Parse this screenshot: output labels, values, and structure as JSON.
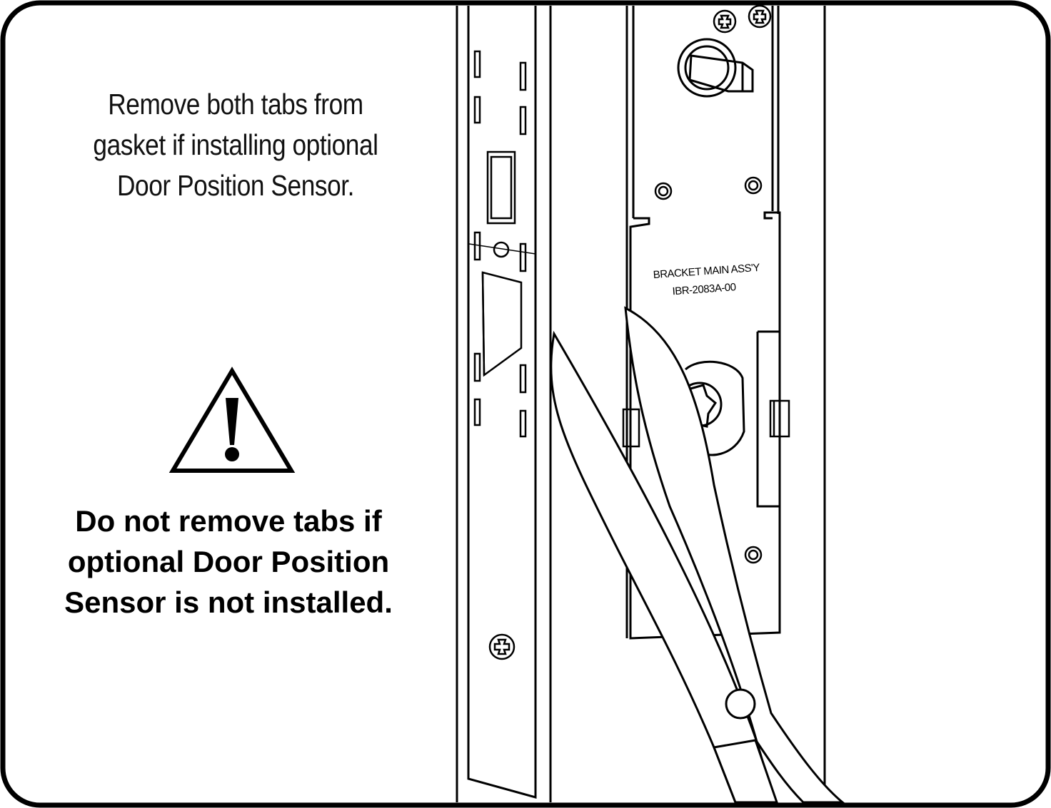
{
  "instruction": {
    "lines": [
      "Remove both tabs from",
      "gasket if installing optional",
      "Door Position Sensor."
    ]
  },
  "warning": {
    "lines": [
      "Do not remove tabs if",
      "optional Door Position",
      "Sensor is not installed."
    ]
  },
  "bracket_label": {
    "line1": "BRACKET MAIN ASS'Y",
    "line2": "IBR-2083A-00"
  },
  "icons": [
    "warning-triangle-icon",
    "scissors-icon",
    "phillips-screw-icon"
  ],
  "colors": {
    "ink": "#000000",
    "background": "#ffffff"
  }
}
